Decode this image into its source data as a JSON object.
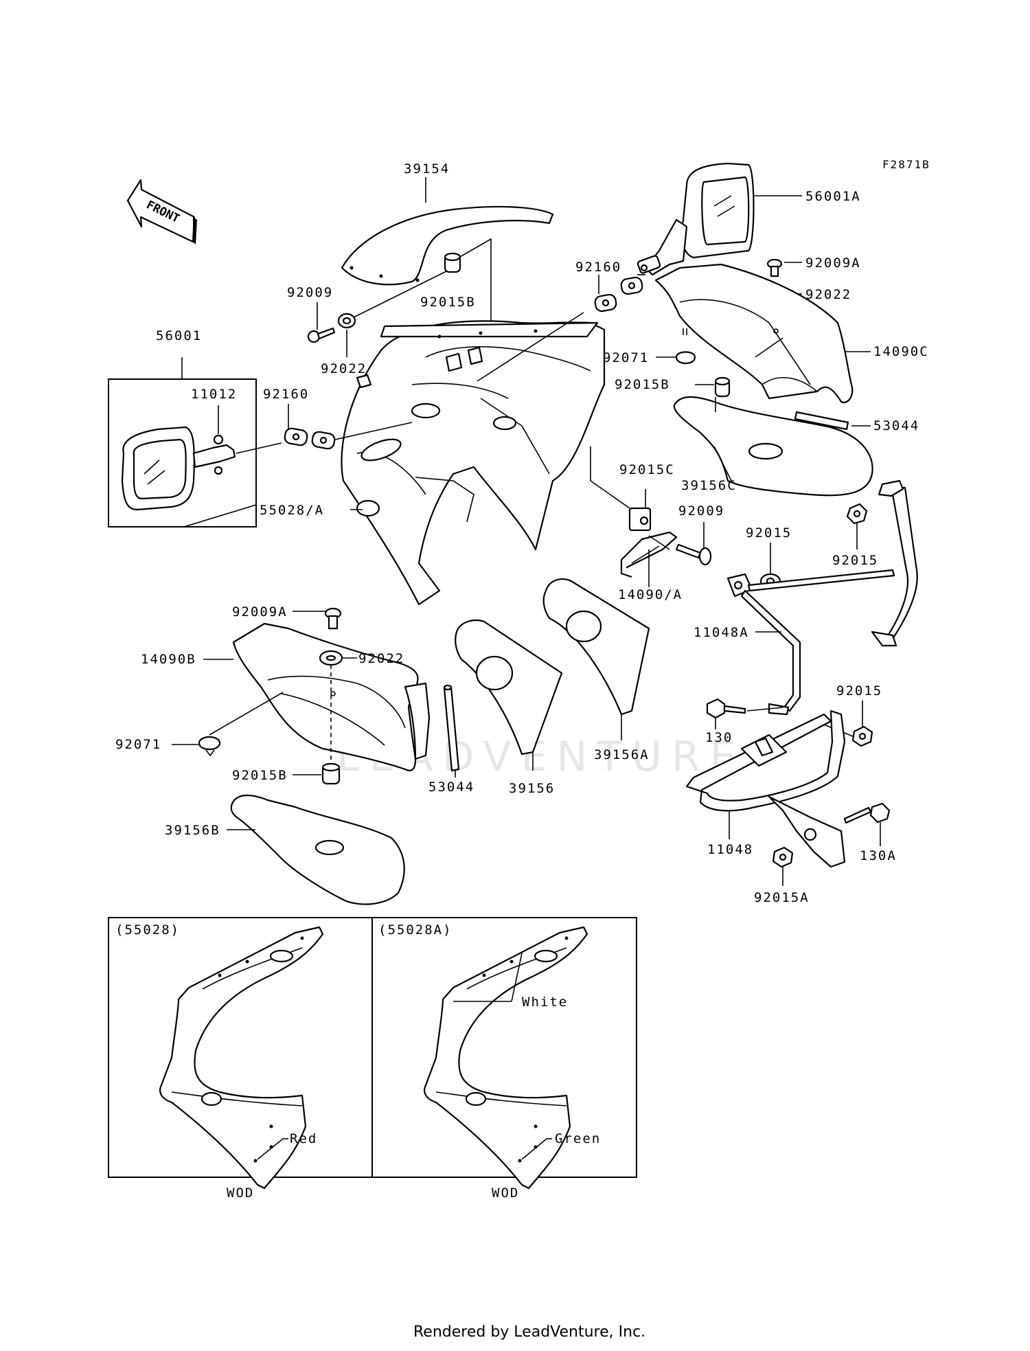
{
  "figure_code": "F2871B",
  "front_label": "FRONT",
  "watermark": "LEADVENTURE",
  "footer": "Rendered by LeadVenture, Inc.",
  "labels": [
    {
      "id": "39154",
      "text": "39154"
    },
    {
      "id": "56001A",
      "text": "56001A"
    },
    {
      "id": "92009A-top",
      "text": "92009A"
    },
    {
      "id": "92022-right",
      "text": "92022"
    },
    {
      "id": "14090C",
      "text": "14090C"
    },
    {
      "id": "92160-top",
      "text": "92160"
    },
    {
      "id": "92009-top",
      "text": "92009"
    },
    {
      "id": "92015B-top",
      "text": "92015B"
    },
    {
      "id": "92022-top",
      "text": "92022"
    },
    {
      "id": "92071-right",
      "text": "92071"
    },
    {
      "id": "92015B-right",
      "text": "92015B"
    },
    {
      "id": "53044-right",
      "text": "53044"
    },
    {
      "id": "56001",
      "text": "56001"
    },
    {
      "id": "11012",
      "text": "11012"
    },
    {
      "id": "92160-left",
      "text": "92160"
    },
    {
      "id": "39156C",
      "text": "39156C"
    },
    {
      "id": "55028A",
      "text": "55028/A"
    },
    {
      "id": "92015C",
      "text": "92015C"
    },
    {
      "id": "92009-mid",
      "text": "92009"
    },
    {
      "id": "92015-mid",
      "text": "92015"
    },
    {
      "id": "92015-right",
      "text": "92015"
    },
    {
      "id": "14090A",
      "text": "14090/A"
    },
    {
      "id": "11048A",
      "text": "11048A"
    },
    {
      "id": "92009A-left",
      "text": "92009A"
    },
    {
      "id": "92022-left",
      "text": "92022"
    },
    {
      "id": "14090B",
      "text": "14090B"
    },
    {
      "id": "130",
      "text": "130"
    },
    {
      "id": "92015-lower",
      "text": "92015"
    },
    {
      "id": "39156A",
      "text": "39156A"
    },
    {
      "id": "92071-left",
      "text": "92071"
    },
    {
      "id": "92015B-left",
      "text": "92015B"
    },
    {
      "id": "53044-left",
      "text": "53044"
    },
    {
      "id": "39156",
      "text": "39156"
    },
    {
      "id": "39156B",
      "text": "39156B"
    },
    {
      "id": "11048",
      "text": "11048"
    },
    {
      "id": "130A",
      "text": "130A"
    },
    {
      "id": "92015A",
      "text": "92015A"
    }
  ],
  "variants": [
    {
      "title": "(55028)",
      "color_label": "Red",
      "footnote": "WOD"
    },
    {
      "title": "(55028A)",
      "color_label": "Green",
      "extra_label": "White",
      "footnote": "WOD"
    }
  ]
}
